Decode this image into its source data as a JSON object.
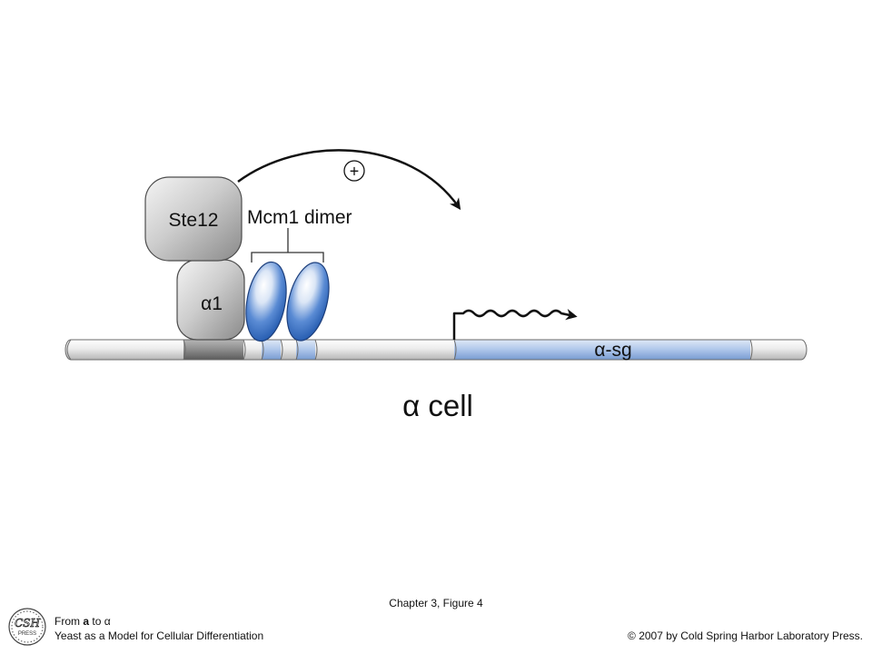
{
  "figure": {
    "proteins": {
      "ste12": "Ste12",
      "alpha1": "α1",
      "mcm1_label": "Mcm1 dimer"
    },
    "activation_symbol": "+",
    "gene_label": "α-sg",
    "cell_type_label": "α cell"
  },
  "caption": "Chapter 3, Figure 4",
  "footer": {
    "logo_top": "CSH",
    "logo_bottom": "PRESS",
    "book_title_prefix": "From ",
    "book_title_bold": "a",
    "book_title_suffix": " to α",
    "book_subtitle": "Yeast as a Model for Cellular Differentiation",
    "copyright": "© 2007 by Cold Spring Harbor Laboratory Press."
  },
  "colors": {
    "protein_gray": "#bdbdbd",
    "mcm1_blue": "#3a72c6",
    "gene_blue": "#b0c8ea",
    "dna_gray": "#e8e8e8"
  }
}
